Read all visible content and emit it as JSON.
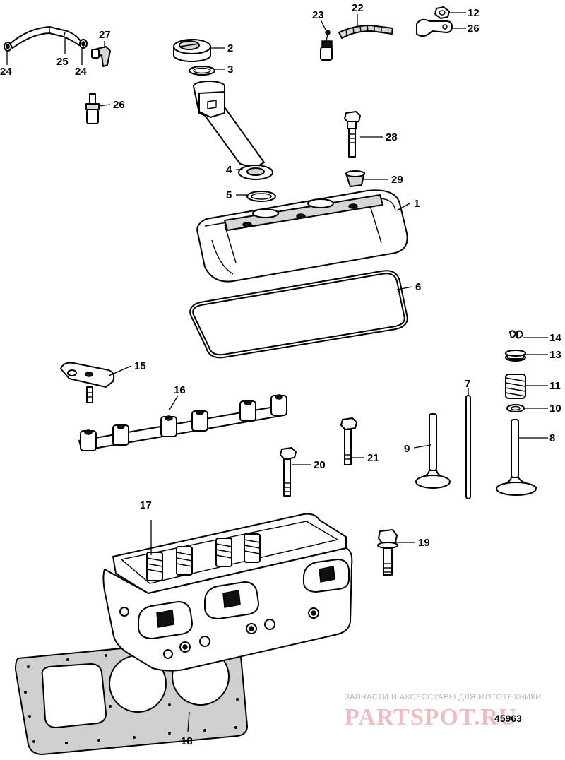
{
  "diagram": {
    "reference_number": "45963",
    "watermark": {
      "tagline": "ЗАПЧАСТИ И АКСЕССУАРЫ ДЛЯ МОТОТЕХНИКИ",
      "logo_text": "PARTSPOT.RU"
    },
    "callouts": [
      {
        "id": "c-1",
        "label": "1"
      },
      {
        "id": "c-2",
        "label": "2"
      },
      {
        "id": "c-3",
        "label": "3"
      },
      {
        "id": "c-4",
        "label": "4"
      },
      {
        "id": "c-5",
        "label": "5"
      },
      {
        "id": "c-6",
        "label": "6"
      },
      {
        "id": "c-7",
        "label": "7"
      },
      {
        "id": "c-8",
        "label": "8"
      },
      {
        "id": "c-9",
        "label": "9"
      },
      {
        "id": "c-10",
        "label": "10"
      },
      {
        "id": "c-11",
        "label": "11"
      },
      {
        "id": "c-12",
        "label": "12"
      },
      {
        "id": "c-13",
        "label": "13"
      },
      {
        "id": "c-14",
        "label": "14"
      },
      {
        "id": "c-15",
        "label": "15"
      },
      {
        "id": "c-16",
        "label": "16"
      },
      {
        "id": "c-17",
        "label": "17"
      },
      {
        "id": "c-18",
        "label": "18"
      },
      {
        "id": "c-19",
        "label": "19"
      },
      {
        "id": "c-20",
        "label": "20"
      },
      {
        "id": "c-21",
        "label": "21"
      },
      {
        "id": "c-22",
        "label": "22"
      },
      {
        "id": "c-23",
        "label": "23"
      },
      {
        "id": "c-24a",
        "label": "24"
      },
      {
        "id": "c-24b",
        "label": "24"
      },
      {
        "id": "c-25",
        "label": "25"
      },
      {
        "id": "c-26a",
        "label": "26"
      },
      {
        "id": "c-26b",
        "label": "26"
      },
      {
        "id": "c-27",
        "label": "27"
      },
      {
        "id": "c-28",
        "label": "28"
      },
      {
        "id": "c-29",
        "label": "29"
      }
    ]
  }
}
